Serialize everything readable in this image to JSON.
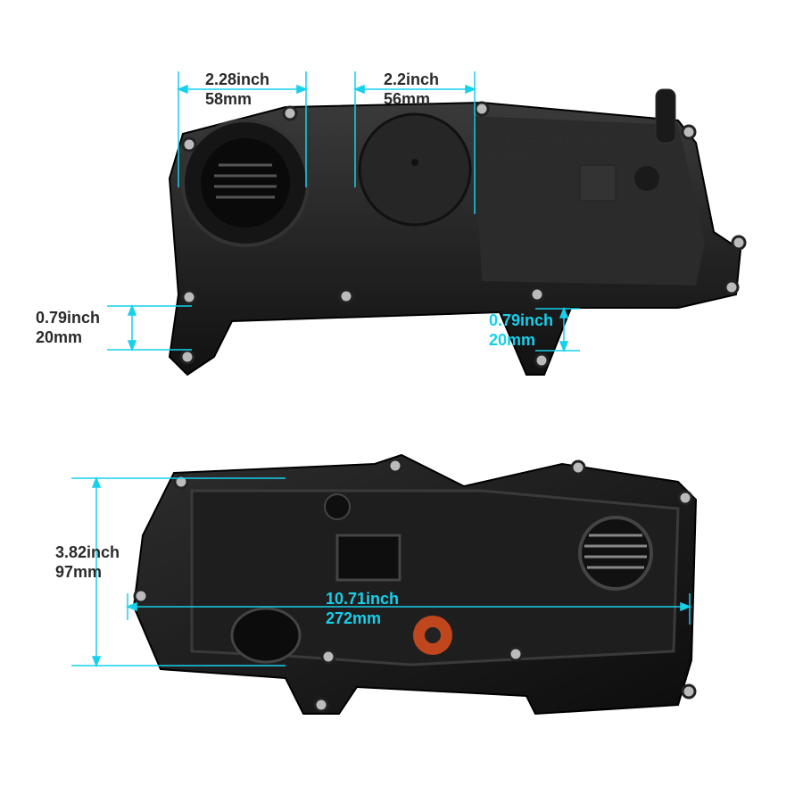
{
  "colors": {
    "dimension_line": "#16d0ec",
    "part": "#1c1c1c",
    "label_dark": "#2a2a2a",
    "label_cyan": "#16d0ec",
    "seal": "#c0461e"
  },
  "top_view": {
    "part_marking": {
      "line1": "HL14-2570010-AAB",
      "line2": "32140004",
      "material": ">PA66-GF30<"
    },
    "dimensions": [
      {
        "inch": "2.28inch",
        "mm": "58mm"
      },
      {
        "inch": "2.2inch",
        "mm": "56mm"
      },
      {
        "inch": "0.79inch",
        "mm": "20mm"
      },
      {
        "inch": "0.79inch",
        "mm": "20mm"
      }
    ]
  },
  "bottom_view": {
    "dimensions": [
      {
        "inch": "3.82inch",
        "mm": "97mm"
      },
      {
        "inch": "10.71inch",
        "mm": "272mm"
      }
    ]
  }
}
